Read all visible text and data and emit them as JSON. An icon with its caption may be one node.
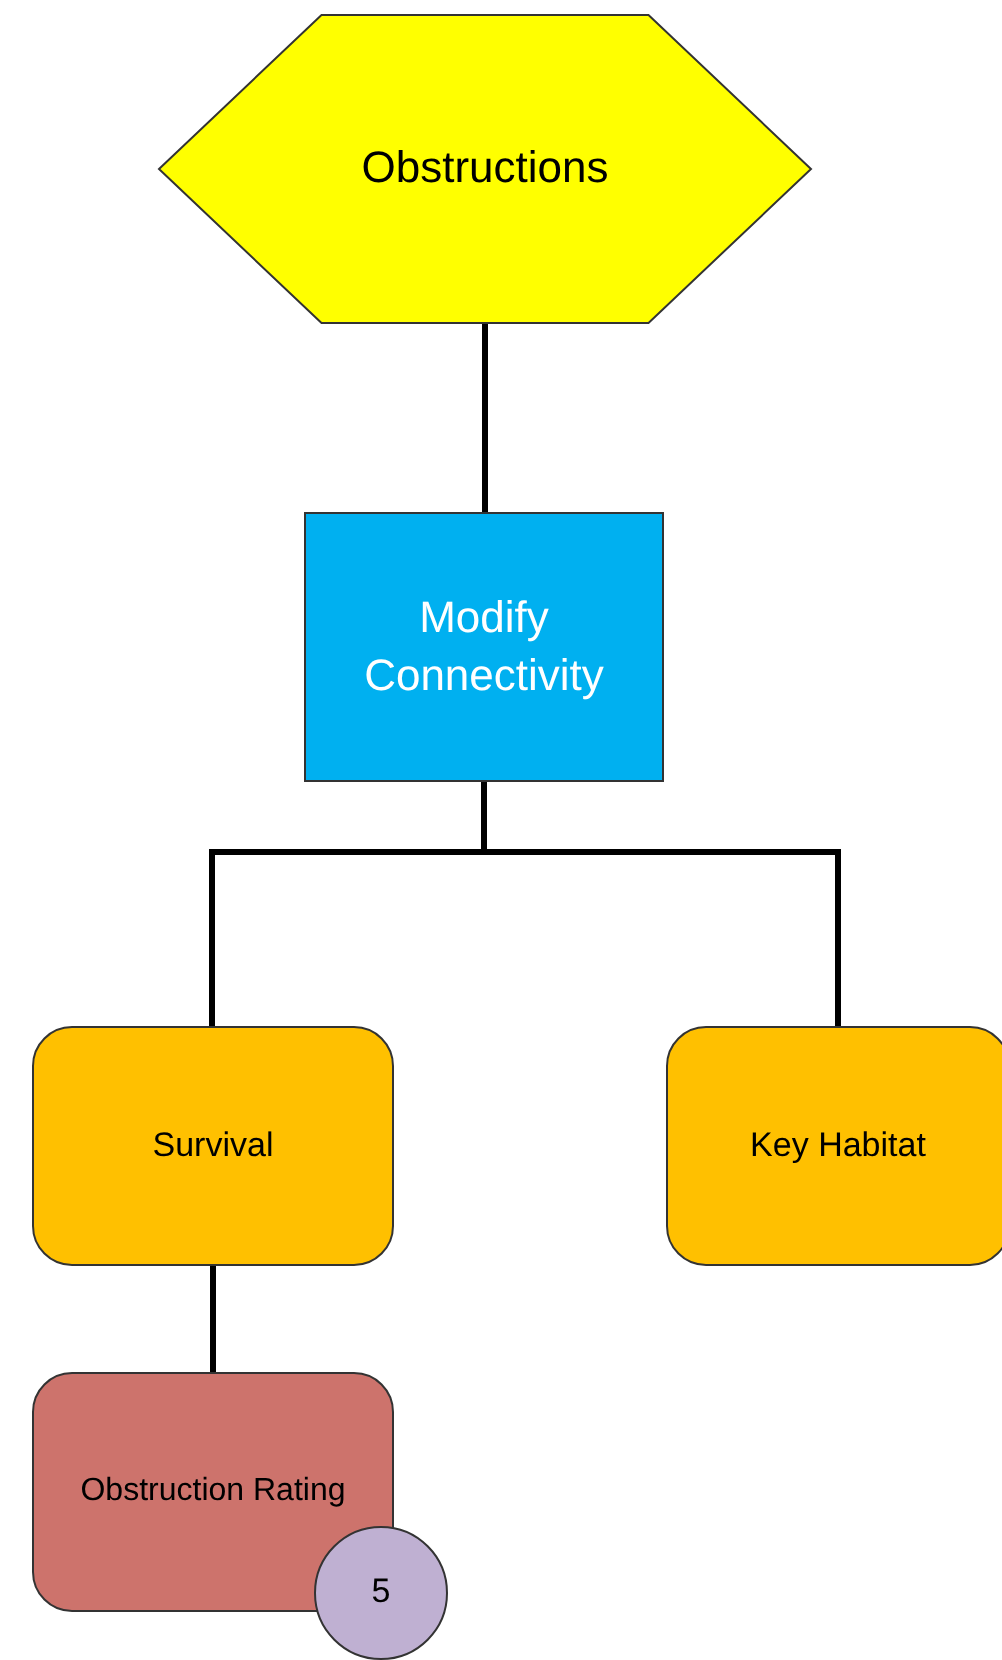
{
  "diagram": {
    "nodes": [
      {
        "text": [
          "Obstructions"
        ]
      },
      {
        "text": [
          "Modify Connectivity"
        ]
      },
      {
        "text": [
          "Survival"
        ]
      },
      {
        "text": [
          "Key Habitat"
        ]
      },
      {
        "text": [
          "Obstruction Rating"
        ]
      },
      {
        "text": [
          "5"
        ]
      }
    ],
    "edges": [
      {
        "from": 0,
        "to": 1,
        "arrow": "none"
      },
      {
        "from": 1,
        "to": 2,
        "arrow": "none"
      },
      {
        "from": 1,
        "to": 3,
        "arrow": "none"
      },
      {
        "from": 2,
        "to": 4,
        "arrow": "none"
      }
    ]
  }
}
